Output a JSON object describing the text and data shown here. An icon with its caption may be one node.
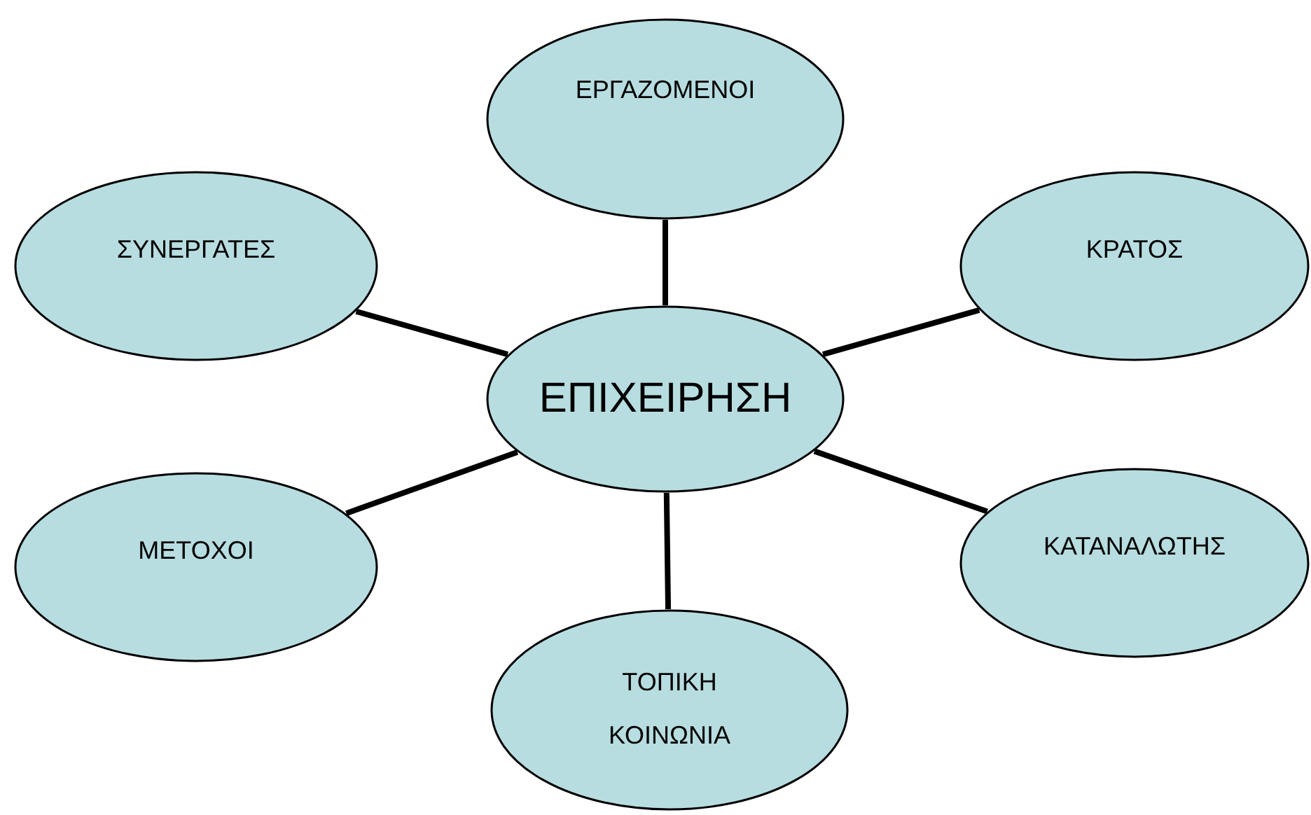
{
  "diagram": {
    "nodes": [
      {
        "text": [
          "ΕΠΙΧΕΙΡΗΣΗ"
        ]
      },
      {
        "text": [
          "ΕΡΓΑΖΟΜΕΝΟΙ"
        ]
      },
      {
        "text": [
          "ΣΥΝΕΡΓΑΤΕΣ"
        ]
      },
      {
        "text": [
          "ΚΡΑΤΟΣ"
        ]
      },
      {
        "text": [
          "ΜΕΤΟΧΟΙ"
        ]
      },
      {
        "text": [
          "ΚΑΤΑΝΑΛΩΤΗΣ"
        ]
      },
      {
        "text": [
          "ΤΟΠΙΚΗ ΚΟΙΝΩΝΙΑ"
        ]
      }
    ],
    "edges": [
      {
        "from": 0,
        "to": 1,
        "arrow": "none"
      },
      {
        "from": 0,
        "to": 2,
        "arrow": "none"
      },
      {
        "from": 0,
        "to": 3,
        "arrow": "none"
      },
      {
        "from": 0,
        "to": 4,
        "arrow": "none"
      },
      {
        "from": 0,
        "to": 5,
        "arrow": "none"
      },
      {
        "from": 0,
        "to": 6,
        "arrow": "none"
      }
    ]
  }
}
